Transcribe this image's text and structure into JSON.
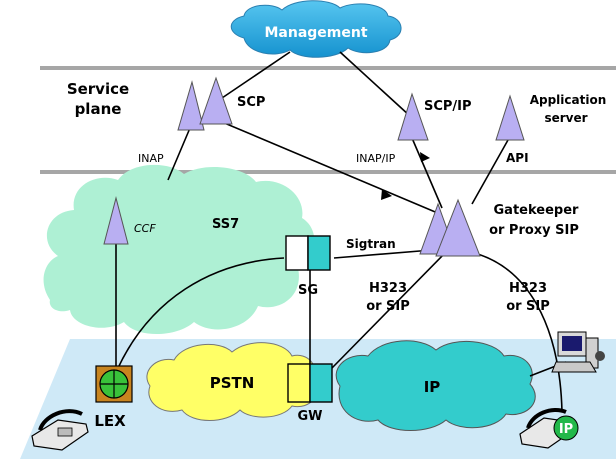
{
  "diagram": {
    "labels": {
      "management": "Management",
      "service_plane_1": "Service",
      "service_plane_2": "plane",
      "scp": "SCP",
      "scp_ip": "SCP/IP",
      "app_server_1": "Application",
      "app_server_2": "server",
      "inap": "INAP",
      "inap_ip": "INAP/IP",
      "api": "API",
      "ccf": "CCF",
      "ss7": "SS7",
      "gatekeeper_1": "Gatekeeper",
      "gatekeeper_2": "or Proxy SIP",
      "sigtran": "Sigtran",
      "sg": "SG",
      "h323_left_1": "H323",
      "h323_left_2": "or SIP",
      "h323_right_1": "H323",
      "h323_right_2": "or SIP",
      "pstn": "PSTN",
      "ip": "IP",
      "lex": "LEX",
      "gw": "GW",
      "ip_phone_badge": "IP"
    },
    "colors": {
      "cloud_blue": "#1fa3d9",
      "ss7_green": "#aef0d4",
      "pstn_yellow": "#ffff66",
      "ip_teal": "#33cccc",
      "floor_blue": "#cfe9f7",
      "node_purple": "#b9aff2",
      "lex_orange": "#c8841f",
      "lex_green": "#39c23a",
      "phone_badge_green": "#22b84a"
    },
    "icons": [
      "phone-icon",
      "computer-icon",
      "ip-phone-icon",
      "lex-switch-icon"
    ]
  }
}
